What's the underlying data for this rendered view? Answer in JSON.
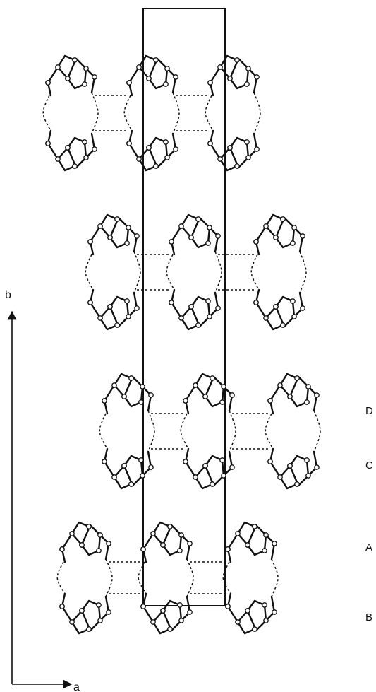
{
  "axes": {
    "b_label": "b",
    "a_label": "a"
  },
  "layer_labels": [
    "D",
    "C",
    "A",
    "B"
  ]
}
